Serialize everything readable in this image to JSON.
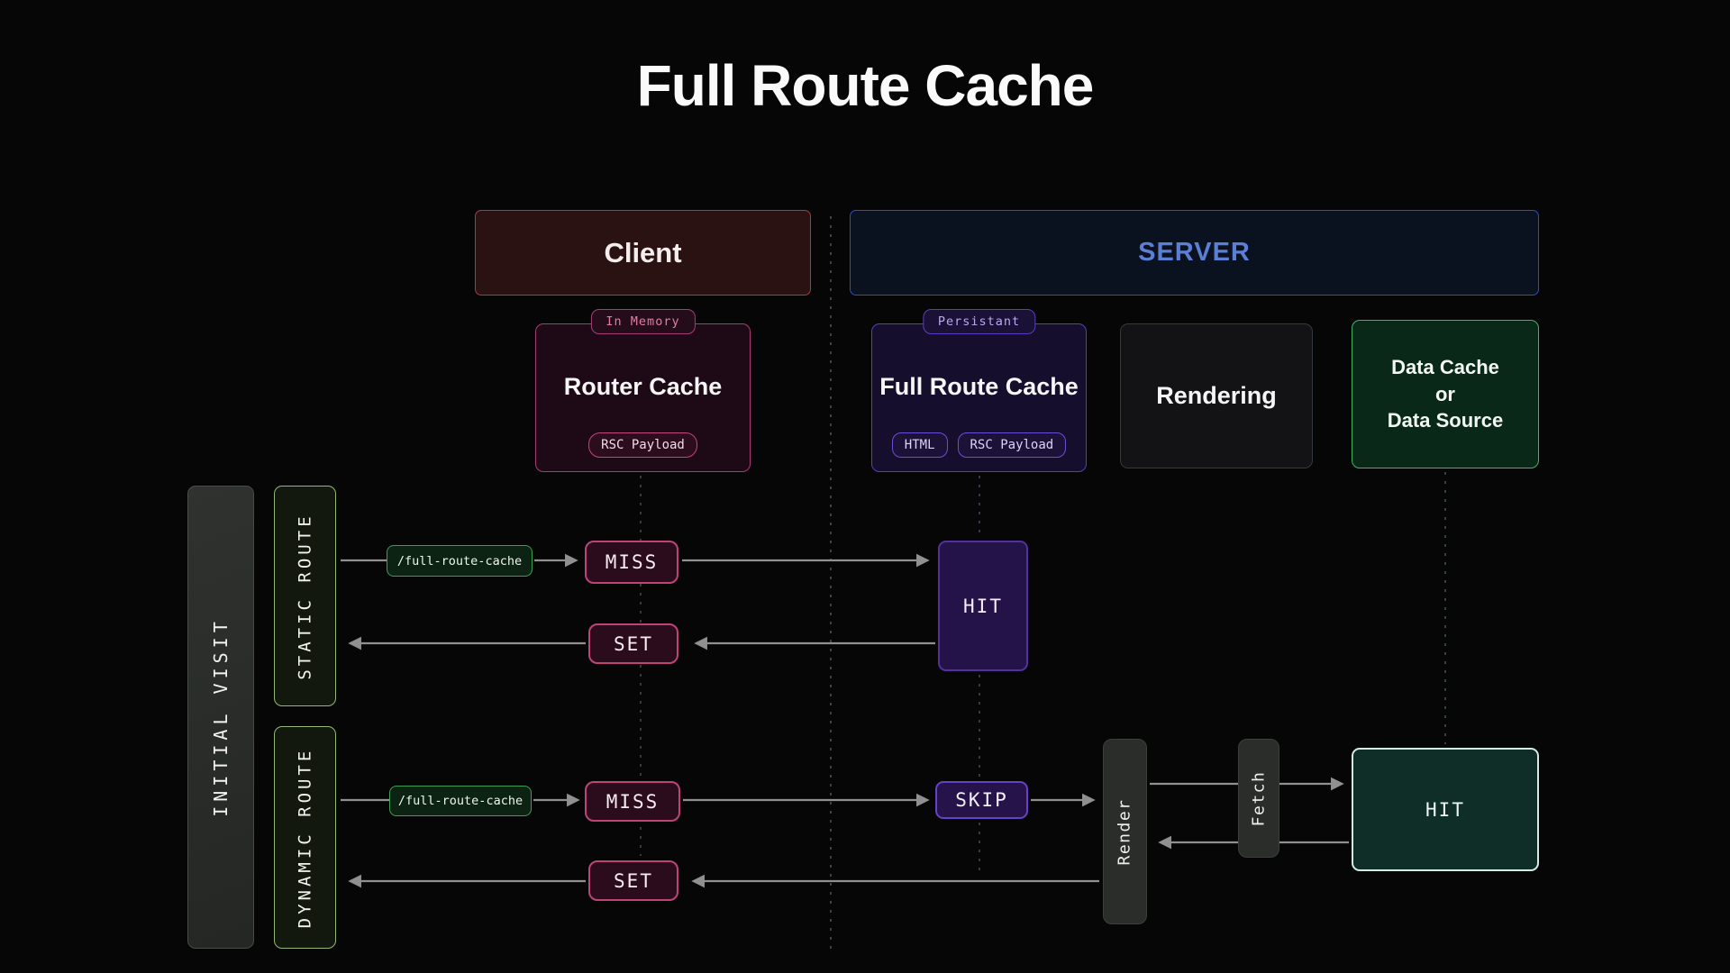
{
  "title": "Full Route Cache",
  "sections": {
    "client": {
      "label": "Client"
    },
    "server": {
      "label": "SERVER"
    }
  },
  "nodes": {
    "router_cache": {
      "badge": "In Memory",
      "title": "Router Cache",
      "pill": "RSC Payload"
    },
    "full_route_cache": {
      "badge": "Persistant",
      "title": "Full Route Cache",
      "pill_html": "HTML",
      "pill_rsc": "RSC Payload"
    },
    "rendering": {
      "title": "Rendering"
    },
    "data_cache": {
      "line1": "Data Cache",
      "line2": "or",
      "line3": "Data Source"
    }
  },
  "lanes": {
    "initial_visit": {
      "label": "INITIAL VISIT"
    },
    "static_route": {
      "label": "STATIC ROUTE"
    },
    "dynamic_route": {
      "label": "DYNAMIC ROUTE"
    }
  },
  "flows": {
    "static": {
      "request": "/full-route-cache",
      "miss": "MISS",
      "hit": "HIT",
      "set": "SET"
    },
    "dynamic": {
      "request": "/full-route-cache",
      "miss": "MISS",
      "skip": "SKIP",
      "render": "Render",
      "fetch": "Fetch",
      "hit": "HIT",
      "set": "SET"
    }
  },
  "colors": {
    "background": "#060606",
    "client_accent": "#9b4044",
    "server_accent": "#2d4fc4",
    "server_text": "#5c7fd6",
    "router_cache_accent": "#a63d72",
    "full_route_cache_accent": "#5a3ec2",
    "data_cache_accent": "#43b368",
    "route_lane_accent": "#96b877",
    "request_accent": "#3f9e55",
    "miss_set_accent": "#bf4476",
    "hit_skip_accent": "#6443c8",
    "data_hit_border": "#d7e9e3",
    "arrow": "#909090"
  }
}
